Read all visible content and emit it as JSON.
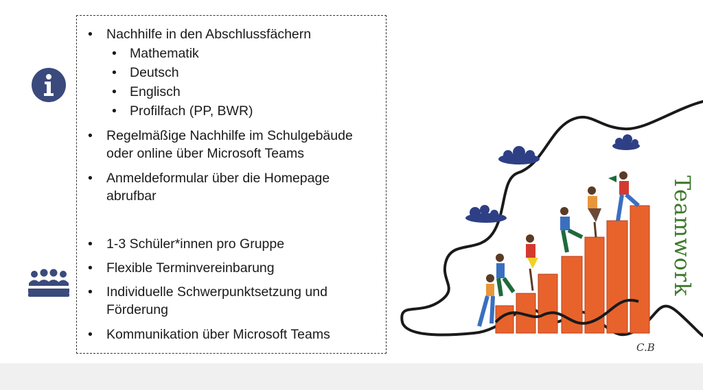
{
  "slide": {
    "list": {
      "items": [
        {
          "text": "Nachhilfe in den Abschlussfächern",
          "level": 1
        },
        {
          "text": "Mathematik",
          "level": 2
        },
        {
          "text": "Deutsch",
          "level": 2
        },
        {
          "text": "Englisch",
          "level": 2
        },
        {
          "text": "Profilfach (PP, BWR)",
          "level": 2
        },
        {
          "text": "Regelmäßige Nachhilfe im Schulgebäude oder online über Microsoft Teams",
          "level": 1
        },
        {
          "text": "Anmeldeformular über die Homepage abrufbar",
          "level": 1
        },
        {
          "text": "1-3 Schüler*innen pro Gruppe",
          "level": 1
        },
        {
          "text": "Flexible Terminvereinbarung",
          "level": 1
        },
        {
          "text": "Individuelle Schwerpunktsetzung und Förderung",
          "level": 1
        },
        {
          "text": "Kommunikation über Microsoft Teams",
          "level": 1
        }
      ]
    },
    "icons": {
      "info": "info-icon",
      "group": "group-icon"
    },
    "illustration": {
      "caption": "Teamwork",
      "signature": "C.B"
    },
    "colors": {
      "icon_blue": "#3b4a7c",
      "bar_orange": "#e8622c",
      "caption_green": "#3f7a2c",
      "cloud_blue": "#2e3f86"
    }
  }
}
